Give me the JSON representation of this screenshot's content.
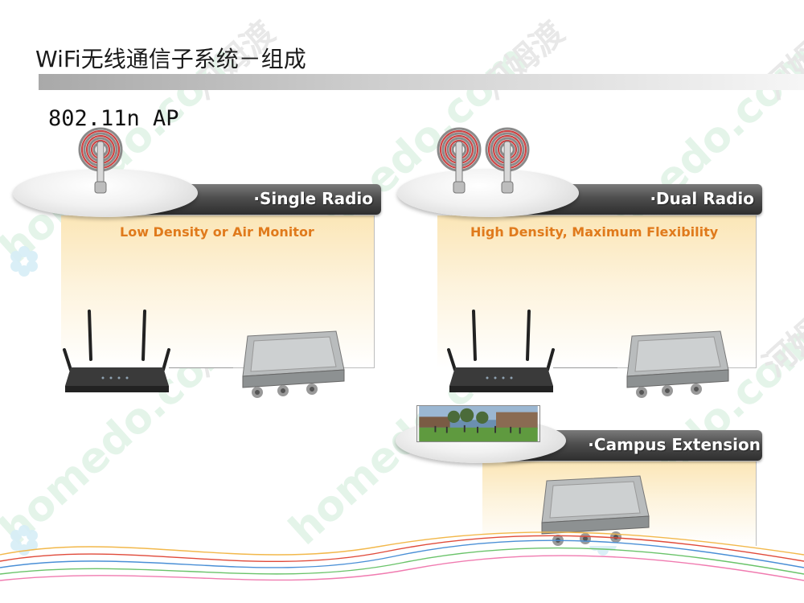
{
  "slide": {
    "title": "WiFi无线通信子系统－组成",
    "subtitle": "802.11n AP"
  },
  "panels": [
    {
      "label": "·Single Radio",
      "caption": "Low Density or Air Monitor"
    },
    {
      "label": "·Dual Radio",
      "caption": "High Density, Maximum Flexibility"
    },
    {
      "label": "·Campus Extension",
      "caption": ""
    }
  ],
  "watermark": {
    "text_cn": "河姆渡",
    "text_en": "homedo.com"
  },
  "colors": {
    "caption": "#e07a1c",
    "pill_dark": "#2e2e2e",
    "panel_fill": "#fbe6b7"
  },
  "icons": [
    "antenna-wifi-icon",
    "indoor-router-icon",
    "outdoor-ap-icon",
    "campus-photo"
  ]
}
